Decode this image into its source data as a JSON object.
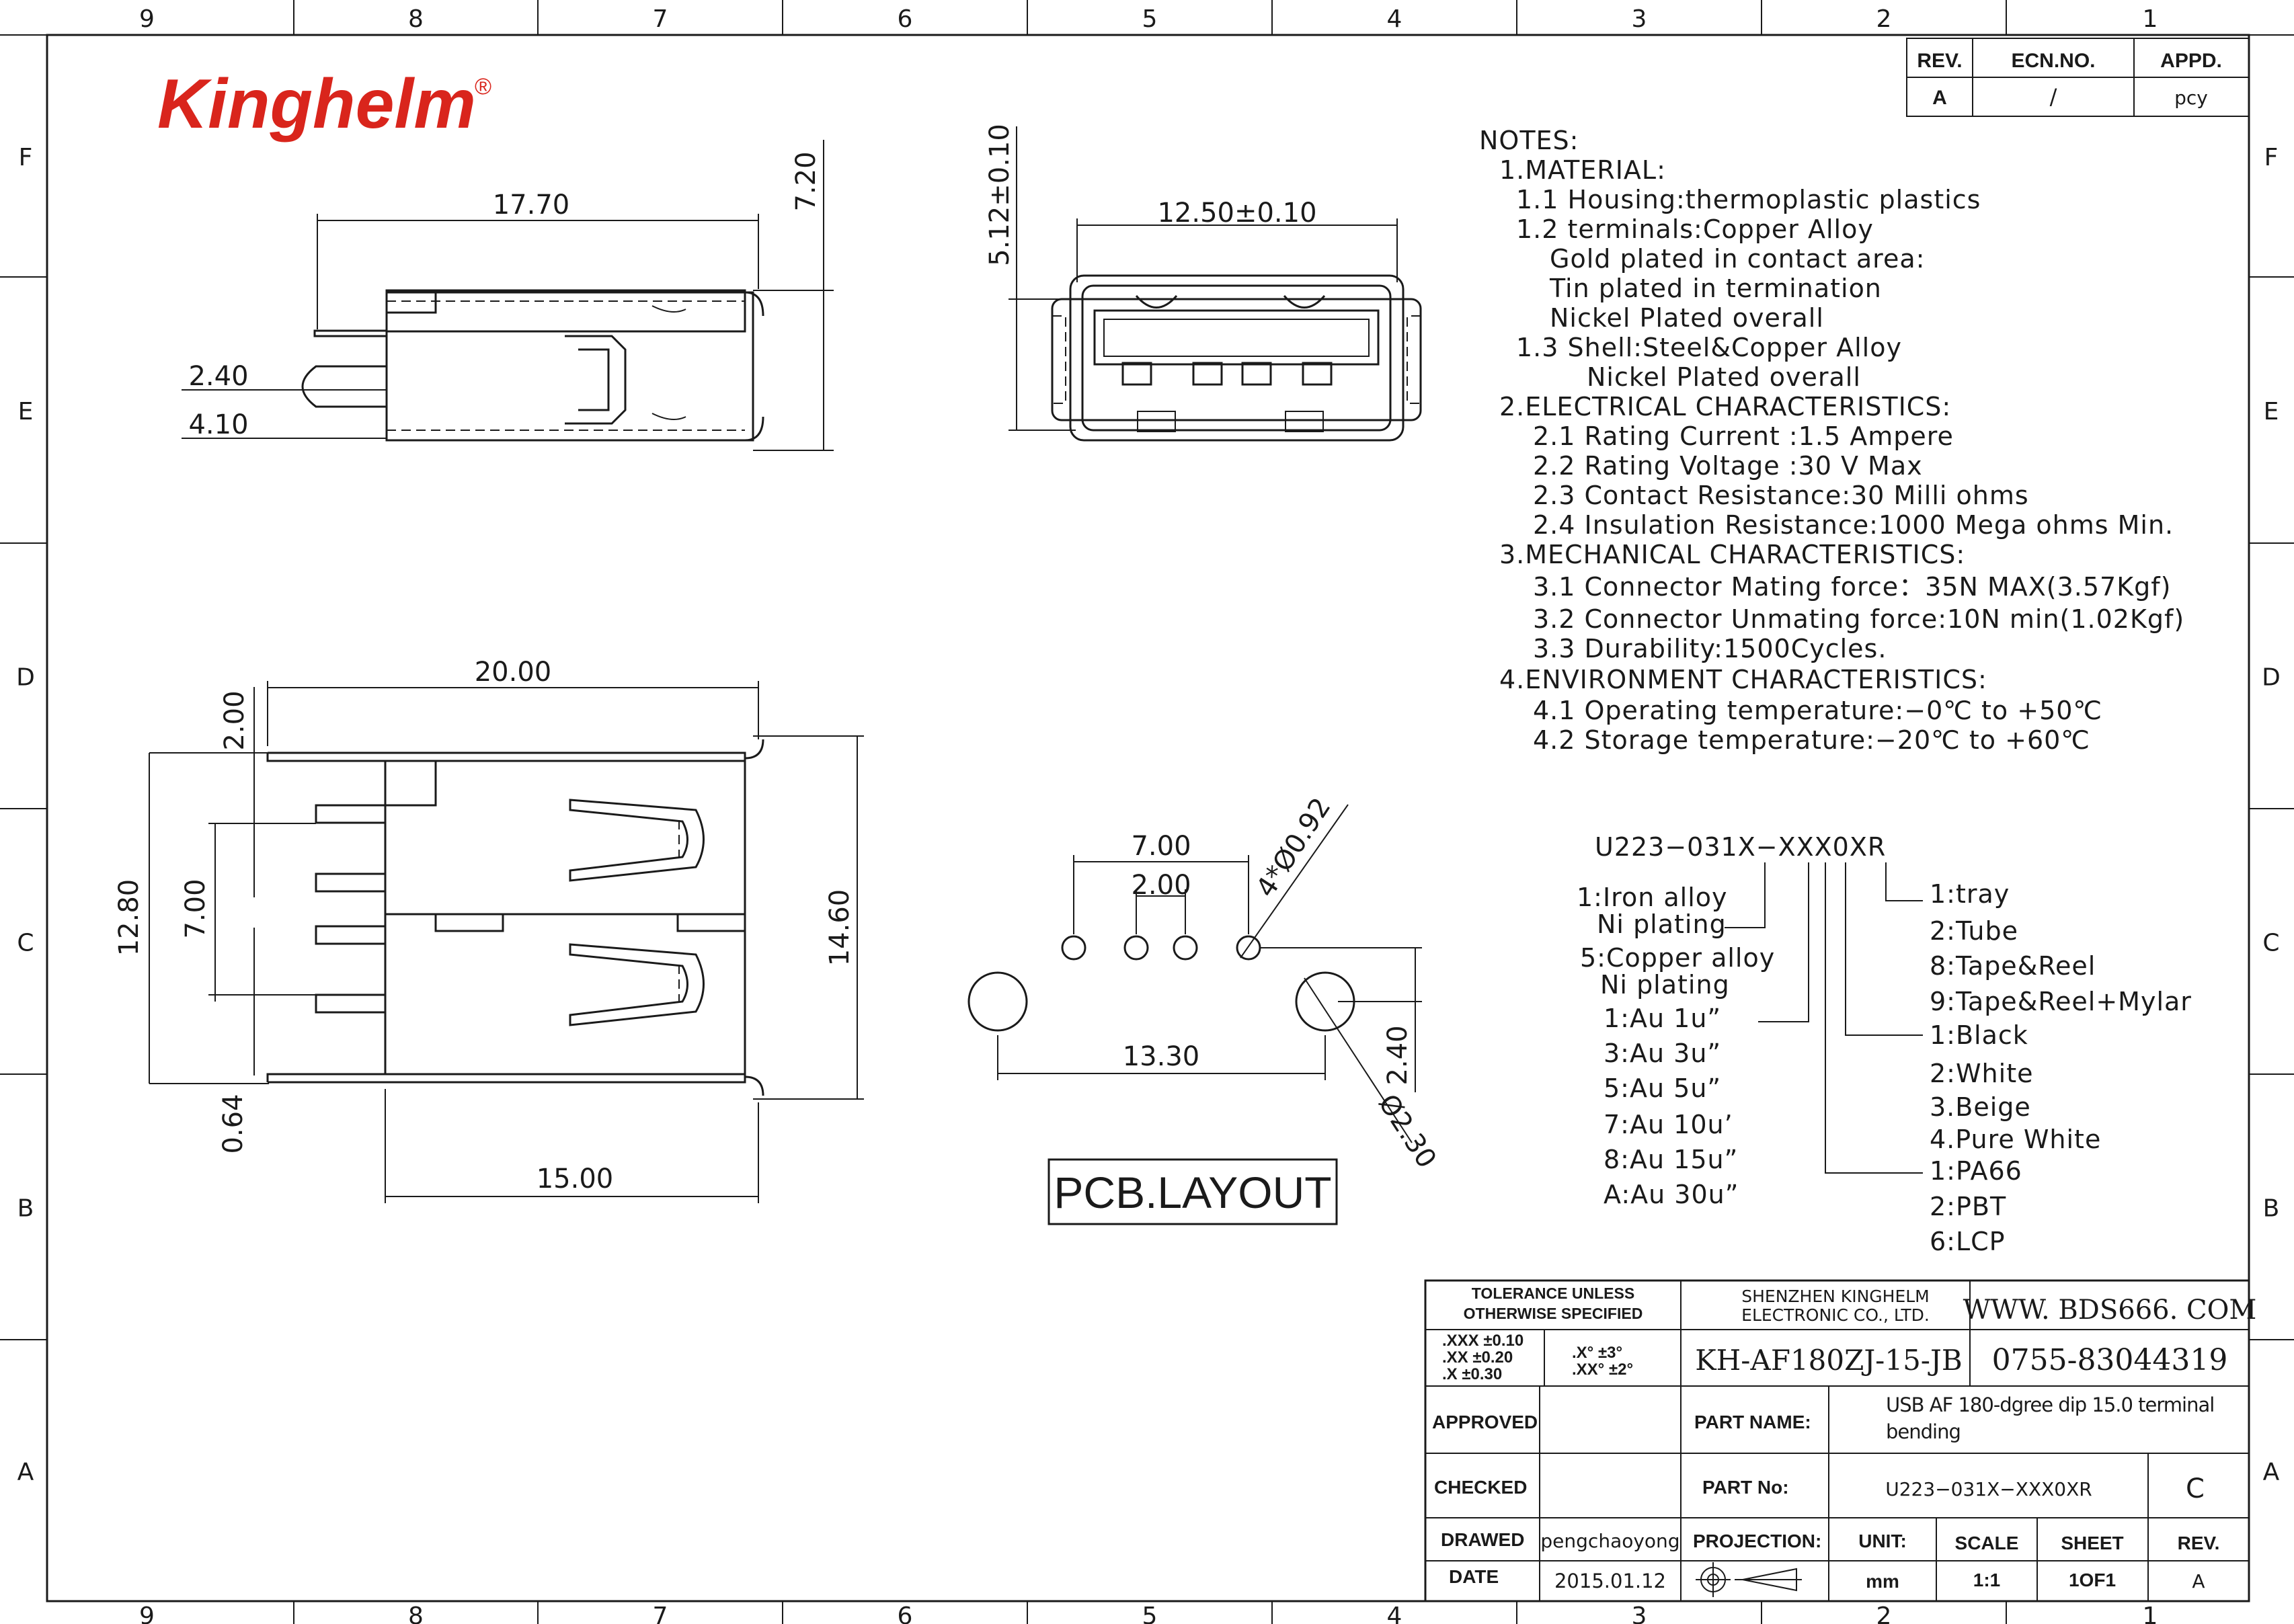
{
  "frame": {
    "columns": [
      "9",
      "8",
      "7",
      "6",
      "5",
      "4",
      "3",
      "2",
      "1"
    ],
    "rows": [
      "F",
      "E",
      "D",
      "C",
      "B",
      "A"
    ]
  },
  "logo": {
    "text": "Kinghelm",
    "reg": "®",
    "color": "#d9251c"
  },
  "revision_table": {
    "headers": [
      "REV.",
      "ECN.NO.",
      "APPD."
    ],
    "row": [
      "A",
      "/",
      "pcy"
    ]
  },
  "notes": [
    "NOTES:",
    "1.MATERIAL:",
    "1.1  Housing:thermoplastic  plastics",
    "1.2  terminals:Copper  Alloy",
    "Gold  plated  in  contact  area:",
    "Tin  plated  in  termination",
    "Nickel  Plated  overall",
    "1.3  Shell:Steel&Copper  Alloy",
    "Nickel  Plated  overall",
    "2.ELECTRICAL  CHARACTERISTICS:",
    "2.1  Rating  Current  :1.5  Ampere",
    "2.2  Rating  Voltage  :30  V  Max",
    "2.3  Contact  Resistance:30  Milli  ohms",
    "2.4  Insulation  Resistance:1000  Mega  ohms  Min.",
    "3.MECHANICAL  CHARACTERISTICS:",
    "3.1  Connector  Mating  force：35N  MAX(3.57Kgf)",
    "3.2  Connector  Unmating  force:10N  min(1.02Kgf)",
    "3.3  Durability:1500Cycles.",
    "4.ENVIRONMENT  CHARACTERISTICS:",
    "4.1  Operating  temperature:−0℃  to  +50℃",
    "4.2  Storage  temperature:−20℃  to  +60℃"
  ],
  "dims": {
    "side_len": "17.70",
    "side_h": "7.20",
    "side_pin1": "2.40",
    "side_pin2": "4.10",
    "front_w": "12.50±0.10",
    "front_h": "5.12±0.10",
    "top_len": "20.00",
    "top_off": "2.00",
    "top_h": "12.80",
    "top_pitch": "7.00",
    "top_full": "14.60",
    "top_pin": "0.64",
    "top_base": "15.00",
    "pcb_a": "7.00",
    "pcb_b": "2.00",
    "pcb_hole": "4*Ø0.92",
    "pcb_span": "13.30",
    "pcb_off": "2.40",
    "pcb_big": "Ø2.30"
  },
  "pcb_label": "PCB.LAYOUT",
  "ordering": {
    "code": "U223−031X−XXX0XR",
    "left": [
      "1:Iron  alloy",
      "Ni  plating",
      "5:Copper  alloy",
      "Ni  plating",
      "1:Au  1u”",
      "3:Au  3u”",
      "5:Au  5u”",
      "7:Au  10u’",
      "8:Au  15u”",
      "A:Au  30u”"
    ],
    "right": [
      "1:tray",
      "2:Tube",
      "8:Tape&Reel",
      "9:Tape&Reel+Mylar",
      "1:Black",
      "2:White",
      "3.Beige",
      "4.Pure  White",
      "1:PA66",
      "2:PBT",
      "6:LCP"
    ]
  },
  "title_block": {
    "tolerance_title_1": "TOLERANCE  UNLESS",
    "tolerance_title_2": "OTHERWISE  SPECIFIED",
    "tol_1": ".XXX  ±0.10",
    "tol_2": ".XX    ±0.20",
    "tol_3": ".X      ±0.30",
    "ang_1": ".X°     ±3°",
    "ang_2": ".XX°   ±2°",
    "company_1": "SHENZHEN  KINGHELM",
    "company_2": "ELECTRONIC  CO.,  LTD.",
    "website": "WWW. BDS666. COM",
    "model": "KH-AF180ZJ-15-JB",
    "phone": "0755-83044319",
    "approved": "APPROVED",
    "part_name_label": "PART  NAME:",
    "part_name_1": "USB AF 180-dgree dip 15.0 terminal",
    "part_name_2": "bending",
    "checked": "CHECKED",
    "part_no_label": "PART  No:",
    "part_no": "U223−031X−XXX0XR",
    "part_rev": "C",
    "drawed": "DRAWED",
    "drawer": "pengchaoyong",
    "projection": "PROJECTION:",
    "unit_label": "UNIT:",
    "scale_label": "SCALE",
    "sheet_label": "SHEET",
    "rev_label": "REV.",
    "date_label": "DATE",
    "date": "2015.01.12",
    "unit": "mm",
    "scale": "1:1",
    "sheet": "1OF1",
    "rev": "A"
  }
}
